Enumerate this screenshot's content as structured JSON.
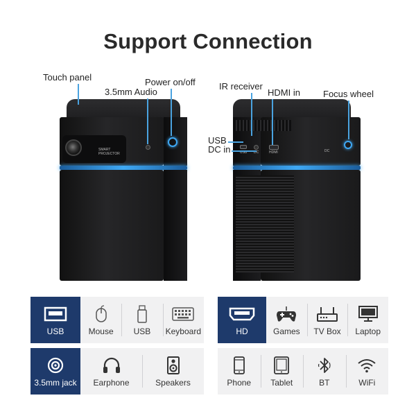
{
  "title": "Support Connection",
  "callouts": {
    "touch_panel": "Touch panel",
    "audio": "3.5mm Audio",
    "power": "Power on/off",
    "ir_receiver": "IR receiver",
    "hdmi_in": "HDMI in",
    "focus_wheel": "Focus wheel",
    "usb": "USB",
    "dc_in": "DC in"
  },
  "device_text": {
    "front_logo": "SMART PROJECTOR",
    "usb_port": "USB",
    "dc_port": "DC",
    "hdmi_port": "HDMI",
    "focus_port": "DC"
  },
  "panels": {
    "usb_row": {
      "primary": {
        "label": "USB",
        "icon": "usb-port-icon"
      },
      "items": [
        {
          "label": "Mouse",
          "icon": "mouse-icon"
        },
        {
          "label": "USB",
          "icon": "usb-drive-icon"
        },
        {
          "label": "Keyboard",
          "icon": "keyboard-icon"
        }
      ]
    },
    "hd_row": {
      "primary": {
        "label": "HD",
        "icon": "hdmi-port-icon"
      },
      "items": [
        {
          "label": "Games",
          "icon": "gamepad-icon"
        },
        {
          "label": "TV Box",
          "icon": "router-icon"
        },
        {
          "label": "Laptop",
          "icon": "monitor-icon"
        }
      ]
    },
    "audio_row": {
      "primary": {
        "label": "3.5mm jack",
        "icon": "audio-jack-icon"
      },
      "items": [
        {
          "label": "Earphone",
          "icon": "headphones-icon"
        },
        {
          "label": "Speakers",
          "icon": "speaker-icon"
        }
      ]
    },
    "wireless_row": {
      "items": [
        {
          "label": "Phone",
          "icon": "phone-icon"
        },
        {
          "label": "Tablet",
          "icon": "tablet-icon"
        },
        {
          "label": "BT",
          "icon": "bluetooth-icon"
        },
        {
          "label": "WiFi",
          "icon": "wifi-icon"
        }
      ]
    }
  },
  "colors": {
    "accent_blue": "#3fa9f5",
    "primary_cell": "#1e3a6b",
    "panel_bg": "#f1f1f2"
  }
}
